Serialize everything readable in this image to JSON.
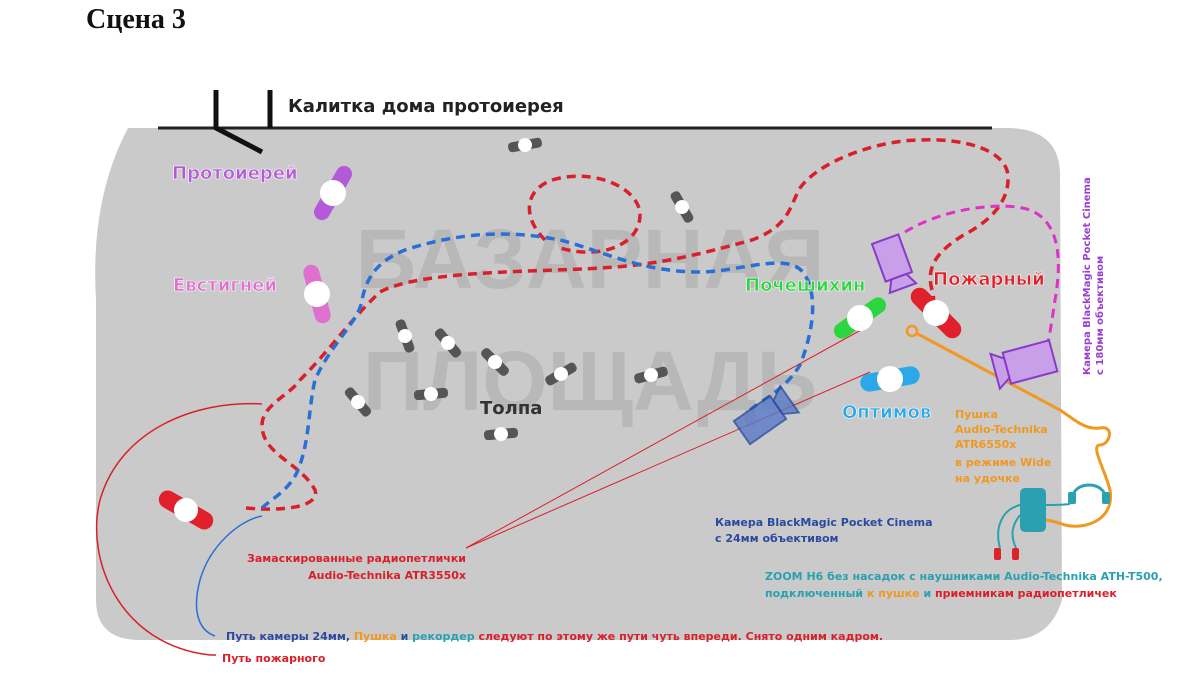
{
  "title": "Сцена 3",
  "watermark": {
    "line1": "БАЗАРНАЯ",
    "line2": "ПЛОЩАДЬ"
  },
  "gate_label": "Калитка дома протоиерея",
  "characters": {
    "protoierey": "Протоиерей",
    "evstigney": "Евстигней",
    "pocheshikhin": "Почешихин",
    "pozharny": "Пожарный",
    "optimov": "Оптимов",
    "crowd": "Толпа"
  },
  "camera_180": {
    "line1": "Камера BlackMagic Pocket Cinema",
    "line2": "с 180мм объективом"
  },
  "camera_24": {
    "line1": "Камера BlackMagic Pocket Cinema",
    "line2": "с 24мм объективом"
  },
  "boom": {
    "line1": "Пушка",
    "line2": "Audio-Technika",
    "line3": "ATR6550x",
    "line4": "в режиме Wide",
    "line5": "на удочке"
  },
  "lavalier": {
    "line1": "Замаскированные  радиопетлички",
    "line2": "Audio-Technika ATR3550x"
  },
  "zoom": {
    "line1": "ZOOM H6 без насадок с наушниками Audio-Technika ATH-T500,",
    "line2_a": "подключенный ",
    "line2_b": "к пушке",
    "line2_c": " и ",
    "line2_d": "приемникам радиопетличек"
  },
  "path_camera": {
    "a": "Путь камеры 24мм, ",
    "b": "Пушка",
    "c": " и ",
    "d": "рекордер",
    "e": " следуют по этому же пути чуть впереди. Снято одним кадром."
  },
  "path_fireman": "Путь пожарного",
  "colors": {
    "square": "#cacaca",
    "fireman_path": "#d9202a",
    "camera_path": "#2a6fd6",
    "protoierey": "#b45ad8",
    "evstigney": "#e070d0",
    "pocheshikhin": "#2bd640",
    "pozharny": "#e0202a",
    "optimov": "#2aa8e8",
    "camera180": "#9a40d0",
    "camera24": "#2a4aa0",
    "boom": "#f09820",
    "zoom": "#2aa0b0",
    "crowd": "#555555"
  }
}
